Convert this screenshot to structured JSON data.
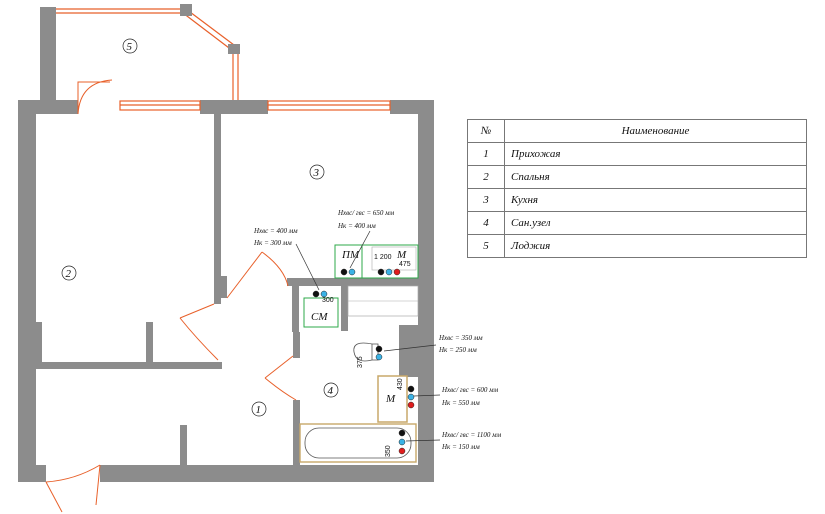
{
  "rooms": [
    {
      "num": "1"
    },
    {
      "num": "2"
    },
    {
      "num": "3"
    },
    {
      "num": "4"
    },
    {
      "num": "5"
    }
  ],
  "fixtures": {
    "pm": "ПМ",
    "m_kitchen": "М",
    "sm": "СМ",
    "m_bath": "М"
  },
  "dims": {
    "d1200": "1 200",
    "d475": "475",
    "d300": "300",
    "d375": "375",
    "d430": "430",
    "d350": "350"
  },
  "notes": {
    "kitchen_h1": "Hхвс/ гвс = 650 мм",
    "kitchen_h2": "Hк = 400 мм",
    "sm_h1": "Hхвс = 400 мм",
    "sm_h2": "Hк = 300 мм",
    "wc_h1": "Hхвс = 350 мм",
    "wc_h2": "Hк = 250 мм",
    "sink_h1": "Hхвс/ гвс = 600 мм",
    "sink_h2": "Hк = 550 мм",
    "bath_h1": "Hхвс/ гвс = 1100 мм",
    "bath_h2": "Hк = 150 мм"
  },
  "legend": {
    "header": {
      "num": "№",
      "name": "Наименование"
    },
    "rows": [
      {
        "num": "1",
        "name": "Прихожая"
      },
      {
        "num": "2",
        "name": "Спальня"
      },
      {
        "num": "3",
        "name": "Кухня"
      },
      {
        "num": "4",
        "name": "Сан.узел"
      },
      {
        "num": "5",
        "name": "Лоджия"
      }
    ]
  },
  "colors": {
    "wall": "#8c8c8c",
    "door": "#e8602a",
    "window": "#e8602a",
    "fixture_outline": "#2ea84a",
    "cold_water": "#3bb3e6",
    "hot_water": "#e01d1d",
    "drain": "#111111",
    "bath_outline": "#c8a86a"
  }
}
